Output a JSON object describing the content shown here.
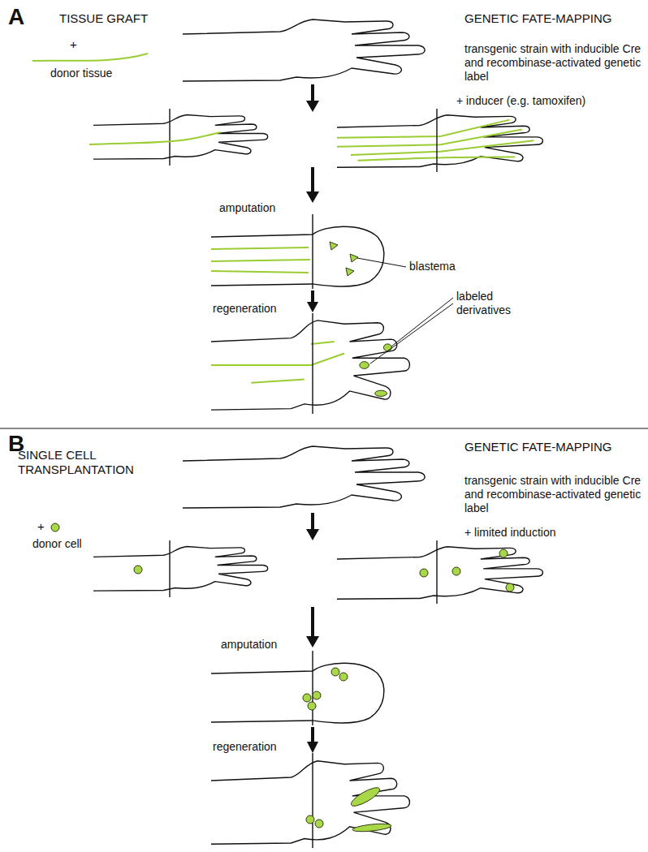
{
  "diagram": {
    "labels": [
      "A",
      "TISSUE GRAFT",
      "GENETIC FATE-MAPPING",
      "transgenic strain with inducible Cre and recombinase-activated genetic label",
      "+ inducer (e.g. tamoxifen)",
      "+",
      "donor tissue",
      "amputation",
      "blastema",
      "regeneration",
      "labeled derivatives",
      "B",
      "SINGLE CELL TRANSPLANTATION",
      "GENETIC FATE-MAPPING",
      "transgenic strain with inducible Cre and recombinase-activated genetic label",
      "+",
      "donor cell",
      "+ limited induction",
      "amputation",
      "regeneration"
    ]
  }
}
